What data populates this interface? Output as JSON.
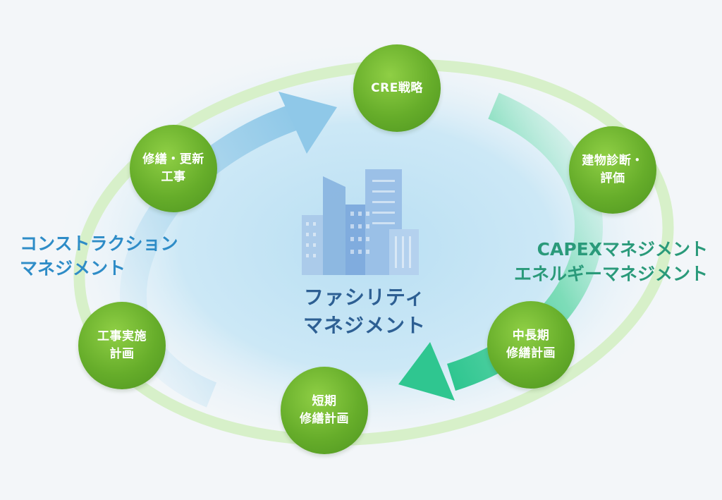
{
  "diagram": {
    "center_title": [
      "ファシリティ",
      "マネジメント"
    ],
    "left_label": [
      "コンストラクション",
      "マネジメント"
    ],
    "right_label": [
      "CAPEXマネジメント",
      "エネルギーマネジメント"
    ],
    "nodes": [
      {
        "id": "cre",
        "lines": [
          "CRE戦略"
        ]
      },
      {
        "id": "diagnosis",
        "lines": [
          "建物診断・",
          "評価"
        ]
      },
      {
        "id": "midlong",
        "lines": [
          "中長期",
          "修繕計画"
        ]
      },
      {
        "id": "short",
        "lines": [
          "短期",
          "修繕計画"
        ]
      },
      {
        "id": "plan",
        "lines": [
          "工事実施",
          "計画"
        ]
      },
      {
        "id": "repair",
        "lines": [
          "修繕・更新",
          "工事"
        ]
      }
    ]
  },
  "colors": {
    "node_green": "#66ad2a",
    "left_blue": "#2e8cc7",
    "right_teal": "#2a9a7a",
    "center_navy": "#2d5f93",
    "ring_green": "#d7f0c9",
    "arrow_blue": "#a7d3ec",
    "arrow_teal": "#3fcf9c"
  }
}
